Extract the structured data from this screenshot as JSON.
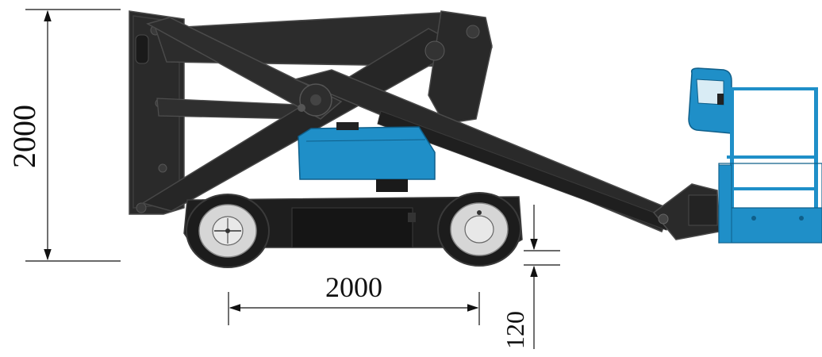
{
  "dimensions": {
    "height": "2000",
    "wheelbase": "2000",
    "ground_clearance": "120"
  },
  "colors": {
    "boom": "#2b2b2b",
    "boom_dark": "#1a1a1a",
    "boom_edge": "#4a4a4a",
    "accent_blue": "#1f8fc8",
    "accent_blue_dark": "#0f5f8a",
    "wheel_tire": "#1c1c1c",
    "wheel_hub": "#d6d6d6",
    "dimension_line": "#111111"
  }
}
